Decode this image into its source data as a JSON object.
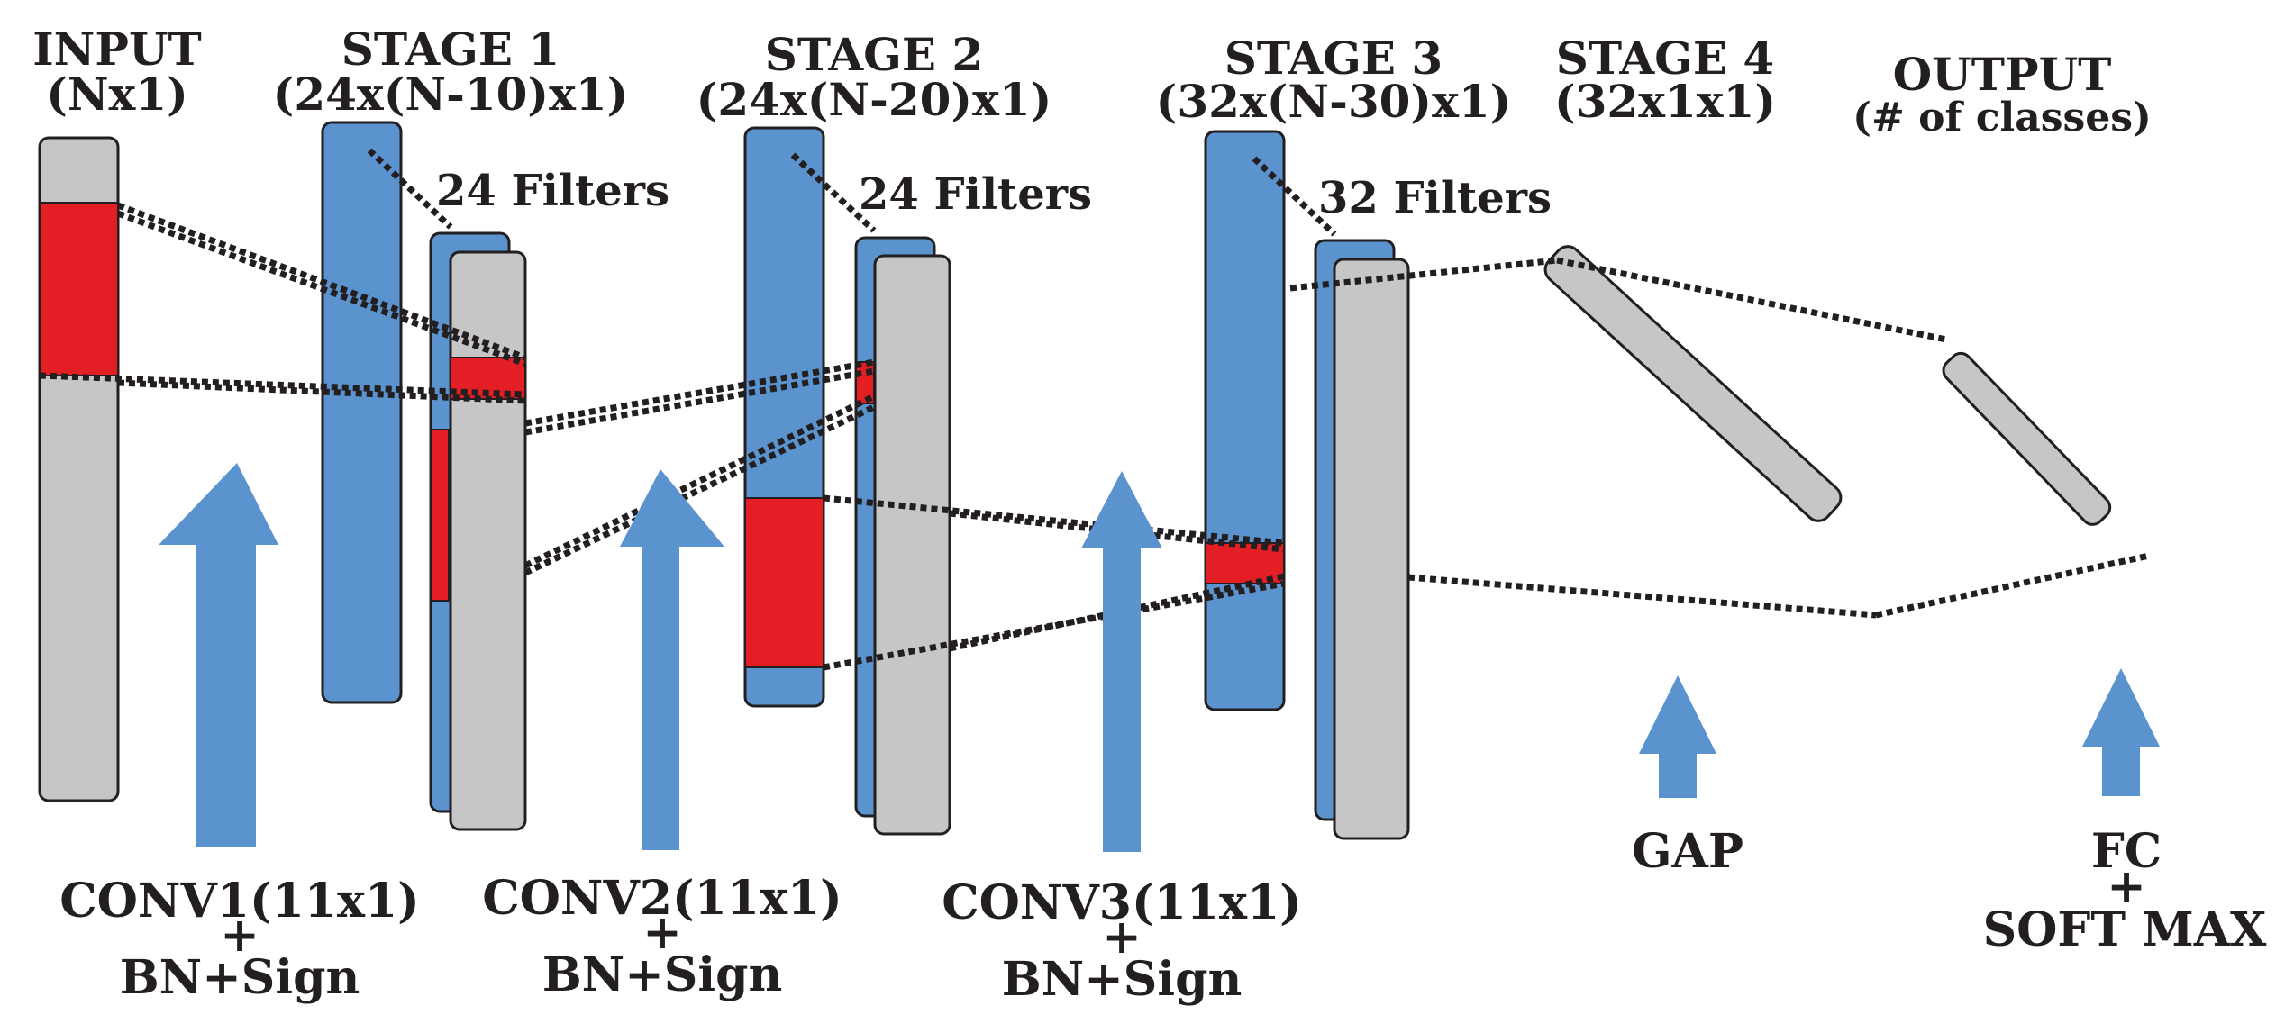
{
  "headers": {
    "input": {
      "title": "INPUT",
      "sub": "(Nx1)"
    },
    "stage1": {
      "title": "STAGE 1",
      "sub": "(24x(N-10)x1)"
    },
    "stage2": {
      "title": "STAGE 2",
      "sub": "(24x(N-20)x1)"
    },
    "stage3": {
      "title": "STAGE 3",
      "sub": "(32x(N-30)x1)"
    },
    "stage4": {
      "title": "STAGE 4",
      "sub": "(32x1x1)"
    },
    "output": {
      "title": "OUTPUT",
      "sub": "(# of classes)"
    }
  },
  "filters": {
    "stage1": "24 Filters",
    "stage2": "24 Filters",
    "stage3": "32 Filters"
  },
  "ops": {
    "conv1": {
      "line1": "CONV1(11x1)",
      "line2": "+",
      "line3": "BN+Sign"
    },
    "conv2": {
      "line1": "CONV2(11x1)",
      "line2": "+",
      "line3": "BN+Sign"
    },
    "conv3": {
      "line1": "CONV3(11x1)",
      "line2": "+",
      "line3": "BN+Sign"
    },
    "gap": {
      "line1": "GAP"
    },
    "fc": {
      "line1": "FC",
      "line2": "+",
      "line3": "SOFT MAX"
    }
  },
  "colors": {
    "layer_blue": "#5b93cf",
    "layer_gray": "#c6c6c6",
    "kernel_red": "#e31e24",
    "text": "#231f20"
  }
}
